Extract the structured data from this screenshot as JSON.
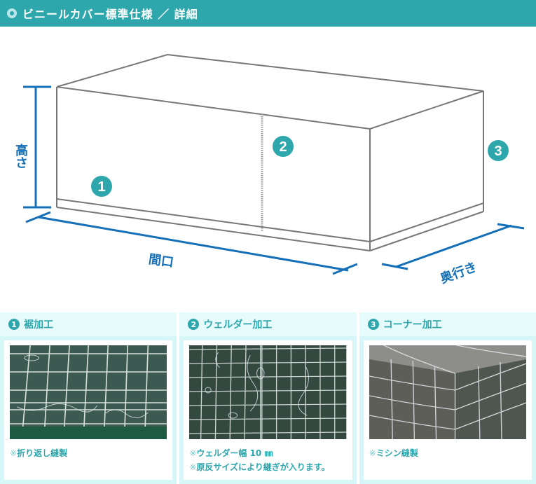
{
  "header": {
    "title": "ビニールカバー標準仕様 ／ 詳細",
    "icon": "ring-icon",
    "background_color": "#2ea7ac"
  },
  "diagram": {
    "dimension_labels": {
      "height": "高さ",
      "width": "間口",
      "depth": "奥行き"
    },
    "markers": [
      {
        "number": "1",
        "target": "hem"
      },
      {
        "number": "2",
        "target": "welder-seam"
      },
      {
        "number": "3",
        "target": "corner"
      }
    ],
    "line_color": "#777777",
    "dimension_color": "#1570b8",
    "marker_color": "#2ea7ac"
  },
  "panels": [
    {
      "number": "1",
      "title": "裾加工",
      "photo": "hem-processing-photo",
      "notes": [
        {
          "mark": "※",
          "text": "折り返し縫製"
        }
      ]
    },
    {
      "number": "2",
      "title": "ウェルダー加工",
      "photo": "welder-processing-photo",
      "notes": [
        {
          "mark": "※",
          "text": "ウェルダー幅 10 ㎜"
        },
        {
          "mark": "※",
          "text": "原反サイズにより継ぎが入ります。"
        }
      ]
    },
    {
      "number": "3",
      "title": "コーナー加工",
      "photo": "corner-processing-photo",
      "notes": [
        {
          "mark": "※",
          "text": "ミシン縫製"
        }
      ]
    }
  ],
  "colors": {
    "accent": "#2ea7ac",
    "panel_bg": "#d7f6f8",
    "panel_header_bg": "#e6fbfc"
  }
}
